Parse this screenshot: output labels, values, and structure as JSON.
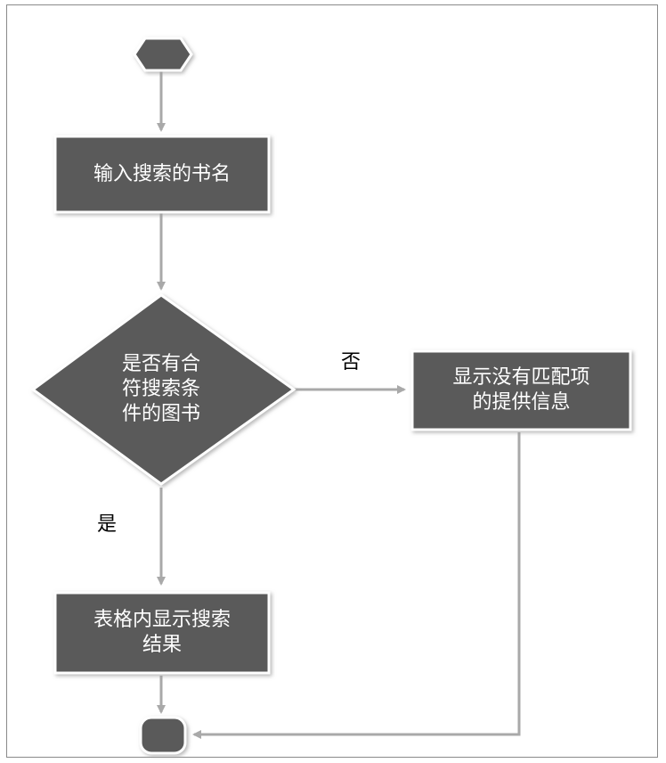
{
  "colors": {
    "node_fill": "#5a5a5a",
    "arrow": "#a9a9a9",
    "node_text": "#ffffff",
    "label_text": "#000000"
  },
  "flow": {
    "start": {
      "shape": "hexagon"
    },
    "input": {
      "text": "输入搜索的书名"
    },
    "decision": {
      "line1": "是否有合",
      "line2": "符搜索条",
      "line3": "件的图书"
    },
    "no_result": {
      "line1": "显示没有匹配项",
      "line2": "的提供信息"
    },
    "show_results": {
      "line1": "表格内显示搜索",
      "line2": "结果"
    },
    "end": {
      "shape": "rounded"
    },
    "label_no": "否",
    "label_yes": "是"
  }
}
